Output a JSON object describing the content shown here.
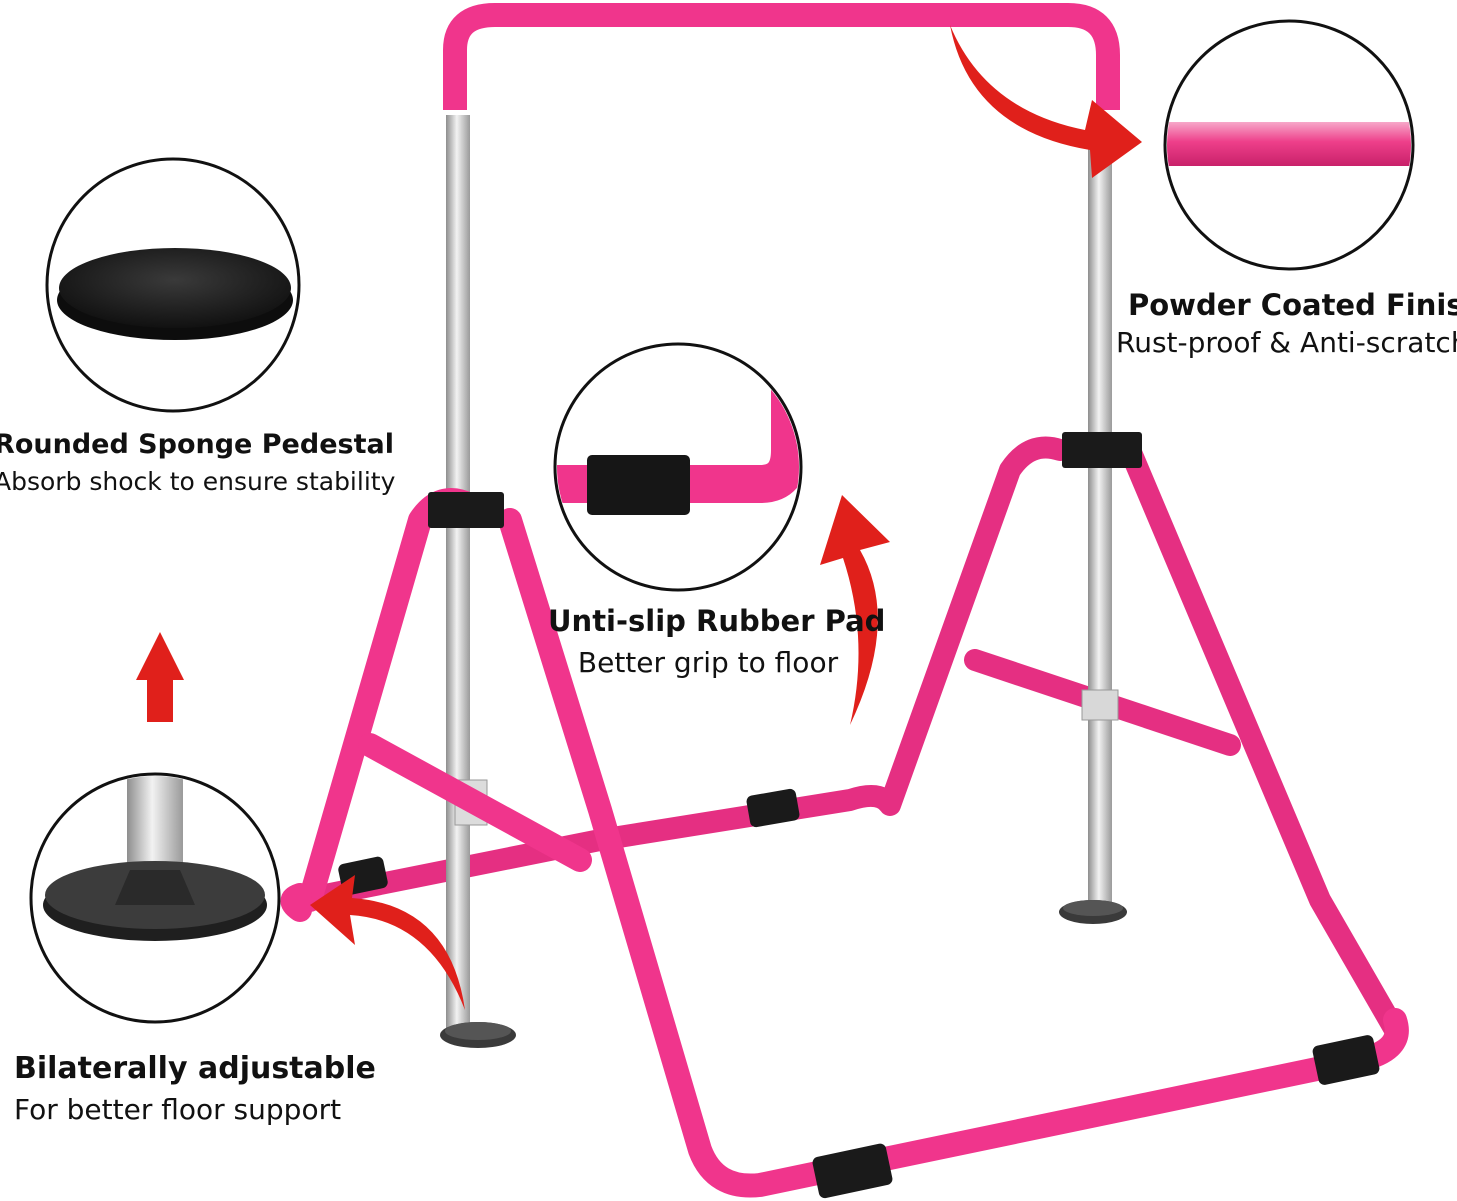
{
  "callouts": {
    "pedestal": {
      "title": "Rounded Sponge Pedestal",
      "subtitle": "Absorb shock to ensure stability"
    },
    "finish": {
      "title": "Powder Coated Finish",
      "subtitle": "Rust-proof & Anti-scratch"
    },
    "pad": {
      "title": "Unti-slip Rubber Pad",
      "subtitle": "Better grip to floor"
    },
    "adjust": {
      "title": "Bilaterally adjustable",
      "subtitle": "For better floor support"
    }
  },
  "colors": {
    "frame_pink": "#f0358c",
    "pole_silver": "#c9c9c9",
    "arrow_red": "#e0201b",
    "rubber_black": "#1a1a1a"
  }
}
